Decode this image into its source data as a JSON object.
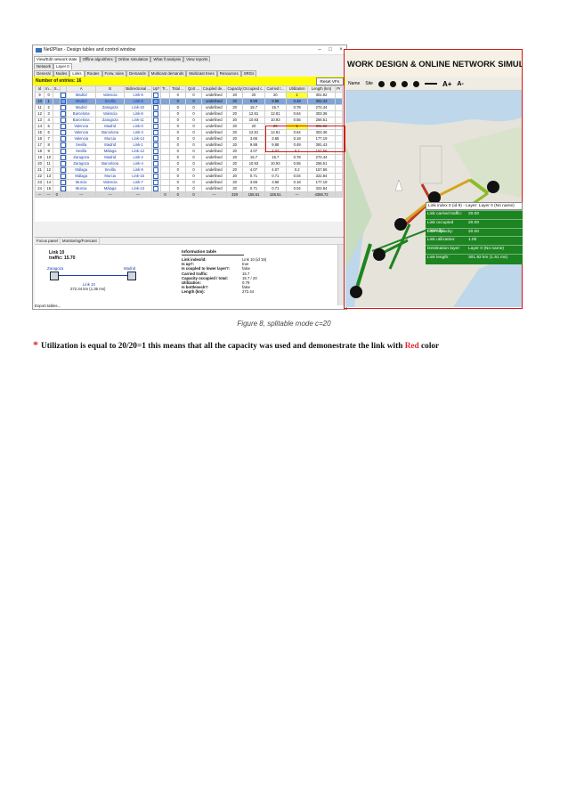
{
  "window": {
    "title": "Net2Plan - Design tables and control window",
    "top_tabs": [
      "View/Edit network state",
      "Offline algorithms",
      "Online simulation",
      "What if analysis",
      "View reports"
    ],
    "layer_tabs": [
      "Network",
      "Layer 0"
    ],
    "sub_tabs": [
      "General",
      "Nodes",
      "Links",
      "Routes",
      "Forw. rules",
      "Demands",
      "Multicast demands",
      "Multicast trees",
      "Resources",
      "SRGs"
    ],
    "entries_label": "Number of entries: 16",
    "reset_button": "Reset VFs",
    "columns": [
      "Id",
      "In...",
      "S...",
      "",
      "A",
      "B",
      "Bidirectional ...",
      "Up?",
      "Tr...",
      "Total ...",
      "QoS ...",
      "Coupled de...",
      "Capacity",
      "Occupied c...",
      "Carried t...",
      "Utilization",
      "Length (km)",
      "Pr"
    ],
    "rows": [
      [
        "9",
        "0",
        "",
        "",
        "Madrid",
        "Valencia",
        "Link-5",
        "",
        "",
        "0",
        "0",
        "undefined",
        "20",
        "20",
        "20",
        "1",
        "301.92",
        ""
      ],
      [
        "10",
        "1",
        "",
        "",
        "Madrid",
        "Sevilla",
        "Link-8",
        "",
        "",
        "0",
        "0",
        "undefined",
        "20",
        "9.88",
        "9.88",
        "0.49",
        "391.43",
        ""
      ],
      [
        "11",
        "2",
        "",
        "",
        "Madrid",
        "Zaragoza",
        "Link-10",
        "",
        "",
        "0",
        "0",
        "undefined",
        "20",
        "15.7",
        "15.7",
        "0.78",
        "272.44",
        ""
      ],
      [
        "12",
        "3",
        "",
        "",
        "Barcelona",
        "Valencia",
        "Link-6",
        "",
        "",
        "0",
        "0",
        "undefined",
        "20",
        "12.81",
        "12.81",
        "0.64",
        "303.36",
        ""
      ],
      [
        "13",
        "4",
        "",
        "",
        "Barcelona",
        "Zaragoza",
        "Link-11",
        "",
        "",
        "0",
        "0",
        "undefined",
        "20",
        "10.93",
        "10.93",
        "0.55",
        "256.51",
        ""
      ],
      [
        "14",
        "5",
        "",
        "",
        "Valencia",
        "Madrid",
        "Link-0",
        "",
        "",
        "0",
        "0",
        "undefined",
        "20",
        "20",
        "20",
        "1",
        "301.92",
        ""
      ],
      [
        "15",
        "6",
        "",
        "",
        "Valencia",
        "Barcelona",
        "Link-3",
        "",
        "",
        "0",
        "0",
        "undefined",
        "20",
        "12.81",
        "12.81",
        "0.64",
        "303.36",
        ""
      ],
      [
        "16",
        "7",
        "",
        "",
        "Valencia",
        "Murcia",
        "Link-14",
        "",
        "",
        "0",
        "0",
        "undefined",
        "20",
        "3.66",
        "3.66",
        "0.18",
        "177.19",
        ""
      ],
      [
        "17",
        "8",
        "",
        "",
        "Sevilla",
        "Madrid",
        "Link-1",
        "",
        "",
        "0",
        "0",
        "undefined",
        "20",
        "9.88",
        "9.88",
        "0.49",
        "391.43",
        ""
      ],
      [
        "18",
        "9",
        "",
        "",
        "Sevilla",
        "Málaga",
        "Link-12",
        "",
        "",
        "0",
        "0",
        "undefined",
        "20",
        "4.07",
        "4.07",
        "0.2",
        "157.56",
        ""
      ],
      [
        "19",
        "10",
        "",
        "",
        "Zaragoza",
        "Madrid",
        "Link-2",
        "",
        "",
        "0",
        "0",
        "undefined",
        "20",
        "15.7",
        "15.7",
        "0.78",
        "272.44",
        ""
      ],
      [
        "20",
        "11",
        "",
        "",
        "Zaragoza",
        "Barcelona",
        "Link-4",
        "",
        "",
        "0",
        "0",
        "undefined",
        "20",
        "10.93",
        "10.93",
        "0.55",
        "256.51",
        ""
      ],
      [
        "21",
        "12",
        "",
        "",
        "Málaga",
        "Sevilla",
        "Link-9",
        "",
        "",
        "0",
        "0",
        "undefined",
        "20",
        "4.07",
        "4.07",
        "0.2",
        "157.56",
        ""
      ],
      [
        "22",
        "13",
        "",
        "",
        "Málaga",
        "Murcia",
        "Link-15",
        "",
        "",
        "0",
        "0",
        "undefined",
        "20",
        "0.71",
        "0.71",
        "0.04",
        "322.84",
        ""
      ],
      [
        "23",
        "14",
        "",
        "",
        "Murcia",
        "Valencia",
        "Link-7",
        "",
        "",
        "0",
        "0",
        "undefined",
        "20",
        "3.66",
        "3.66",
        "0.18",
        "177.19",
        ""
      ],
      [
        "24",
        "15",
        "",
        "",
        "Murcia",
        "Málaga",
        "Link-13",
        "",
        "",
        "0",
        "0",
        "undefined",
        "20",
        "0.71",
        "0.71",
        "0.04",
        "322.84",
        ""
      ]
    ],
    "total_row": [
      "---",
      "---",
      "0",
      "",
      "---",
      "---",
      "---",
      "",
      "0",
      "0",
      "0",
      "---",
      "320",
      "155.51",
      "155.51",
      "---",
      "4366.72",
      ""
    ],
    "focus_tabs": [
      "Focus panel",
      "Monitoring/Forecast"
    ],
    "focus_link_title": "Link 10",
    "focus_link_traffic": "traffic: 15.70",
    "focus_node_a": "Zaragoza",
    "focus_node_b": "Madrid",
    "focus_link_label": "Link 10",
    "focus_link_len": "272.44 km (1.36 ms)",
    "info_table_title": "Information table",
    "info_rows": [
      {
        "k": "Link index/id:",
        "v": "Link 10 (id 19)"
      },
      {
        "k": "Is up?:",
        "v": "true"
      },
      {
        "k": "Is coupled to lower layer?:",
        "v": "false"
      },
      {
        "k": "Carried traffic:",
        "v": "15.7"
      },
      {
        "k": "Capacity occupied / total:",
        "v": "15.7 / 20"
      },
      {
        "k": "Utilization:",
        "v": "0.78"
      },
      {
        "k": "Is bottleneck?:",
        "v": "false"
      },
      {
        "k": "Length (km):",
        "v": "272.44"
      }
    ],
    "export": "Export tables..."
  },
  "map": {
    "title": "WORK DESIGN & ONLINE NETWORK SIMULATIC",
    "toolbar_labels": [
      "Name",
      "Site",
      "A+",
      "A-"
    ],
    "tooltip_head": "Link index 0 (id 9) - Layer: Layer 0 (No name)",
    "tooltip_rows": [
      {
        "k": "Link carried traffic:",
        "v": "20.00"
      },
      {
        "k": "Link occupied capacity:",
        "v": "20.00"
      },
      {
        "k": "Link capacity:",
        "v": "20.00"
      },
      {
        "k": "Link utilization:",
        "v": "1.00"
      },
      {
        "k": "Destination layer:",
        "v": "Layer 0 (No name)"
      },
      {
        "k": "Link length:",
        "v": "301.92 km (1.51 ms)"
      }
    ]
  },
  "caption": "Figure 8, splitable mode c=20",
  "note": {
    "star": "*",
    "before": "Utilization is equal to 20/20=1 this means that all the capacity was used and demonestrate the link with ",
    "red_word": "Red",
    "after": " color"
  },
  "colors": {
    "highlight": "#ffff00",
    "red": "#e0262b",
    "tooltip_green": "#1c8420"
  }
}
